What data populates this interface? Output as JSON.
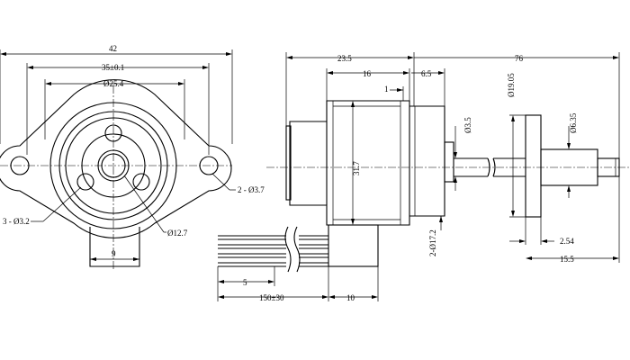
{
  "front_view": {
    "dim_overall_width": "42",
    "dim_mount_spacing": "35±0.1",
    "dim_body_diameter": "Ø25.4",
    "dim_mount_holes": "2 - Ø3.7",
    "dim_small_holes": "3 - Ø3.2",
    "dim_center_diameter": "Ø12.7",
    "dim_lead_width": "9"
  },
  "side_view": {
    "dim_body_length": "23.5",
    "dim_total_length": "76",
    "dim_coil_length": "16",
    "dim_boss_length": "6.5",
    "dim_gap": "1",
    "dim_body_height": "31.7",
    "dim_shaft_diameter": "Ø3.5",
    "dim_flange_diameter": "Ø19.05",
    "dim_hub_diameter": "Ø6.35",
    "dim_step_diameter": "2-Ø17.2",
    "dim_flange_width": "2.54",
    "dim_shaft_end": "15.5",
    "dim_wire_strip": "5",
    "dim_wire_length": "150±30",
    "dim_connector_width": "10"
  }
}
